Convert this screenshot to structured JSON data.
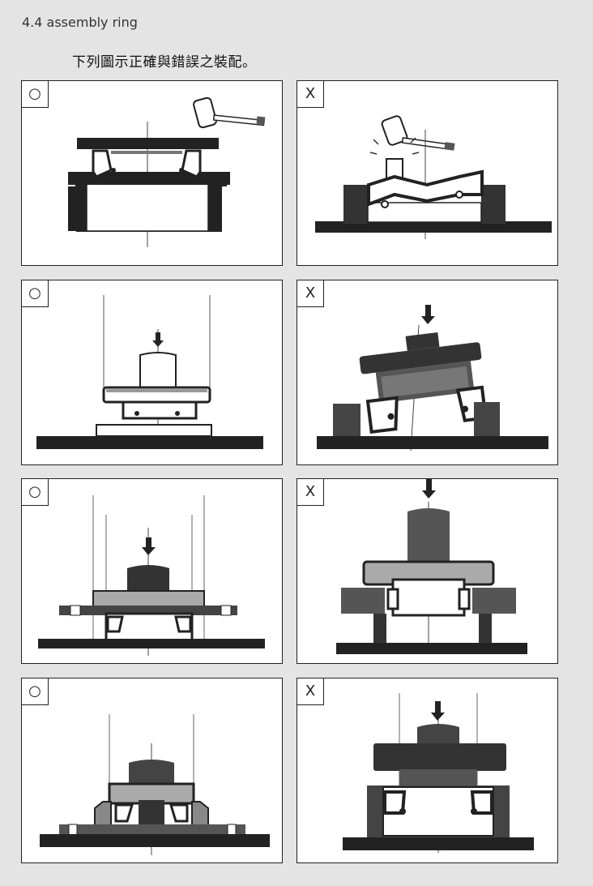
{
  "section": {
    "heading": "4.4 assembly ring",
    "subheading": "下列圖示正確與錯誤之裝配。"
  },
  "panels": [
    {
      "mark": "○",
      "verdict": "correct"
    },
    {
      "mark": "X",
      "verdict": "wrong"
    },
    {
      "mark": "○",
      "verdict": "correct"
    },
    {
      "mark": "X",
      "verdict": "wrong"
    },
    {
      "mark": "○",
      "verdict": "correct"
    },
    {
      "mark": "X",
      "verdict": "wrong"
    },
    {
      "mark": "○",
      "verdict": "correct"
    },
    {
      "mark": "X",
      "verdict": "wrong"
    }
  ],
  "icons": {
    "correct": "circle-mark-icon",
    "wrong": "x-mark-icon",
    "hammer": "hammer-icon",
    "arrow": "arrow-down-icon"
  },
  "colors": {
    "background": "#e4e4e4",
    "ink": "#222222",
    "panel": "#ffffff",
    "mid_gray": "#9a9a9a"
  }
}
